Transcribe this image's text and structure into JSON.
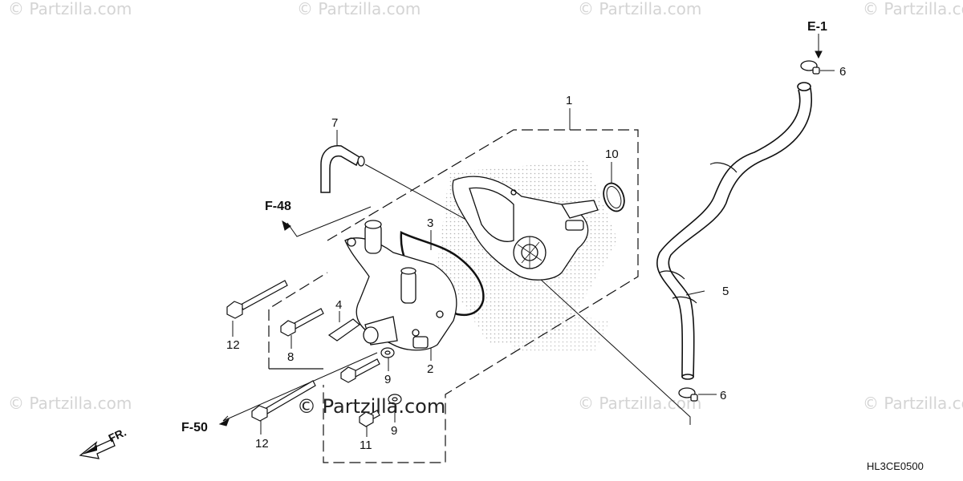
{
  "watermarks": {
    "text": "© Partzilla.com",
    "center_text": "© Partzilla.com"
  },
  "diagram_code": "HL3CE0500",
  "front_indicator": "FR.",
  "references": {
    "e1": "E-1",
    "f48": "F-48",
    "f50": "F-50"
  },
  "callouts": {
    "c1": "1",
    "c2": "2",
    "c3": "3",
    "c4": "4",
    "c5": "5",
    "c6a": "6",
    "c6b": "6",
    "c7": "7",
    "c8": "8",
    "c9a": "9",
    "c9b": "9",
    "c10": "10",
    "c11": "11",
    "c12a": "12",
    "c12b": "12"
  },
  "colors": {
    "line": "#111111",
    "watermark": "#d4d4d4",
    "stipple": "#9a9a9a"
  }
}
